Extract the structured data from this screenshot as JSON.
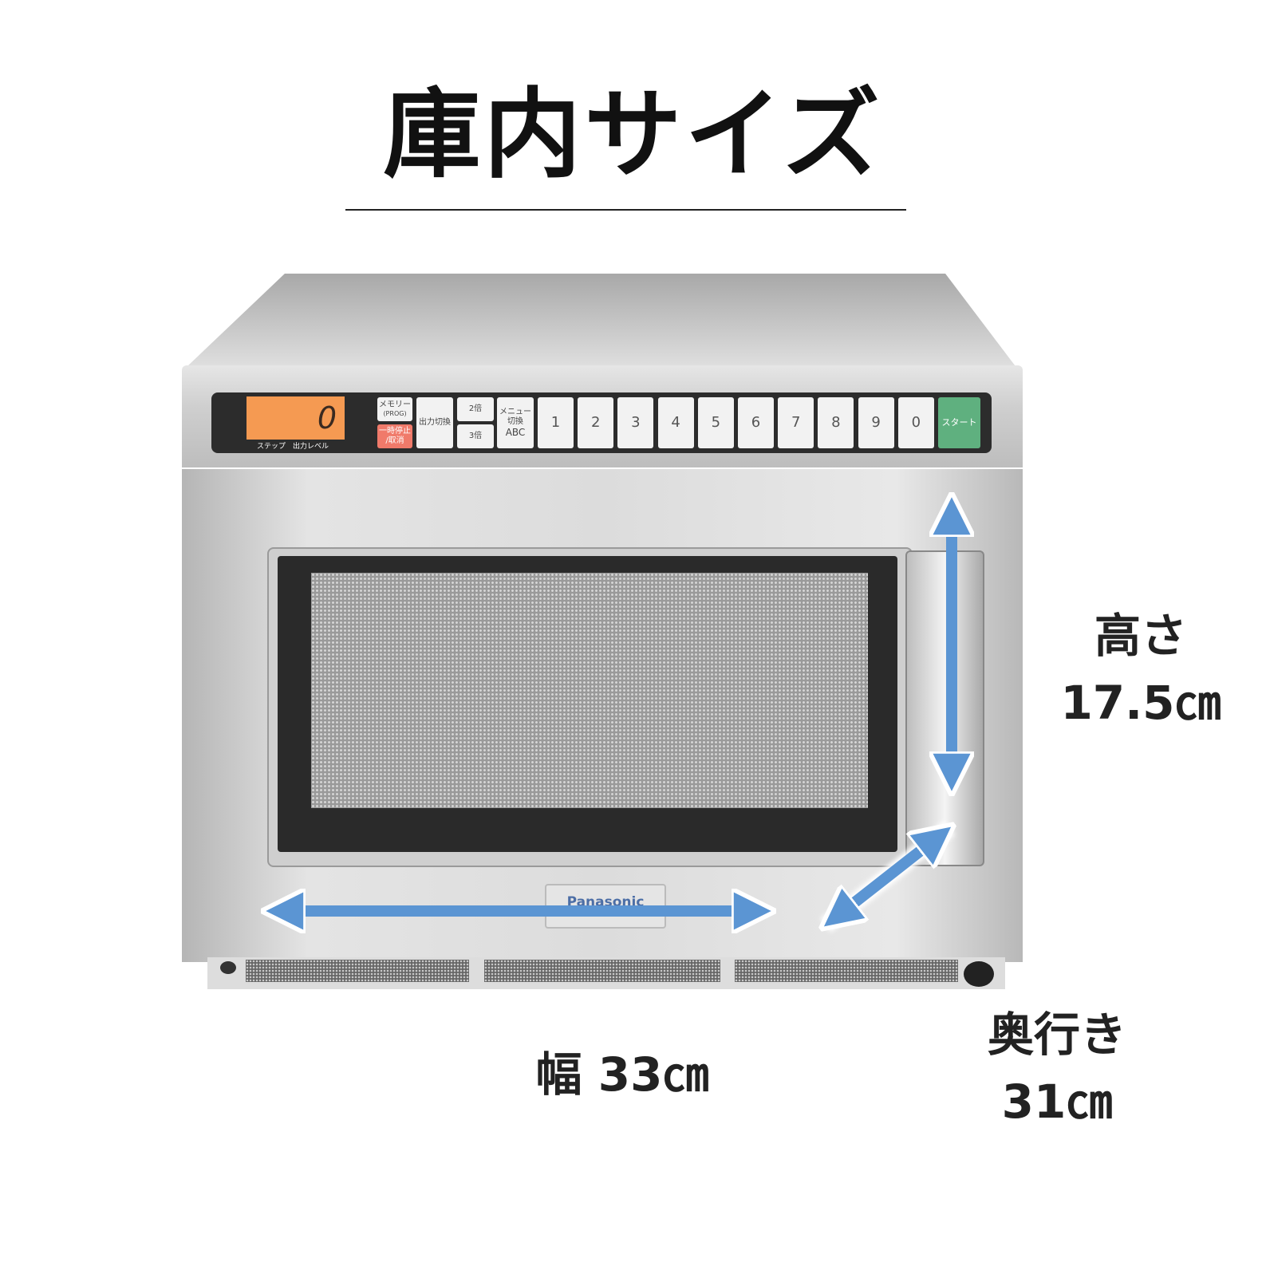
{
  "title": "庫内サイズ",
  "microwave": {
    "brand": "Panasonic",
    "display_value": "0",
    "display_labels": "ステップ　出力レベル",
    "keys": {
      "memory": "メモリー",
      "memory_sub": "(PROG)",
      "pause": "一時停止",
      "pause_sub": "/取消",
      "power": "出力切換",
      "x2": "2倍",
      "x3": "3倍",
      "menu": "メニュー",
      "menu_sub": "切換",
      "menu_abc": "ABC",
      "numbers": [
        "1",
        "2",
        "3",
        "4",
        "5",
        "6",
        "7",
        "8",
        "9",
        "0"
      ],
      "start": "スタート"
    }
  },
  "dimensions": {
    "height_label": "高さ",
    "height_value": "17.5㎝",
    "width_label": "幅 33㎝",
    "depth_label": "奥行き",
    "depth_value": "31㎝"
  },
  "colors": {
    "arrow": "#5b95d3",
    "lcd": "#f59a52",
    "start": "#5fb07f",
    "pause": "#f07a6a"
  }
}
